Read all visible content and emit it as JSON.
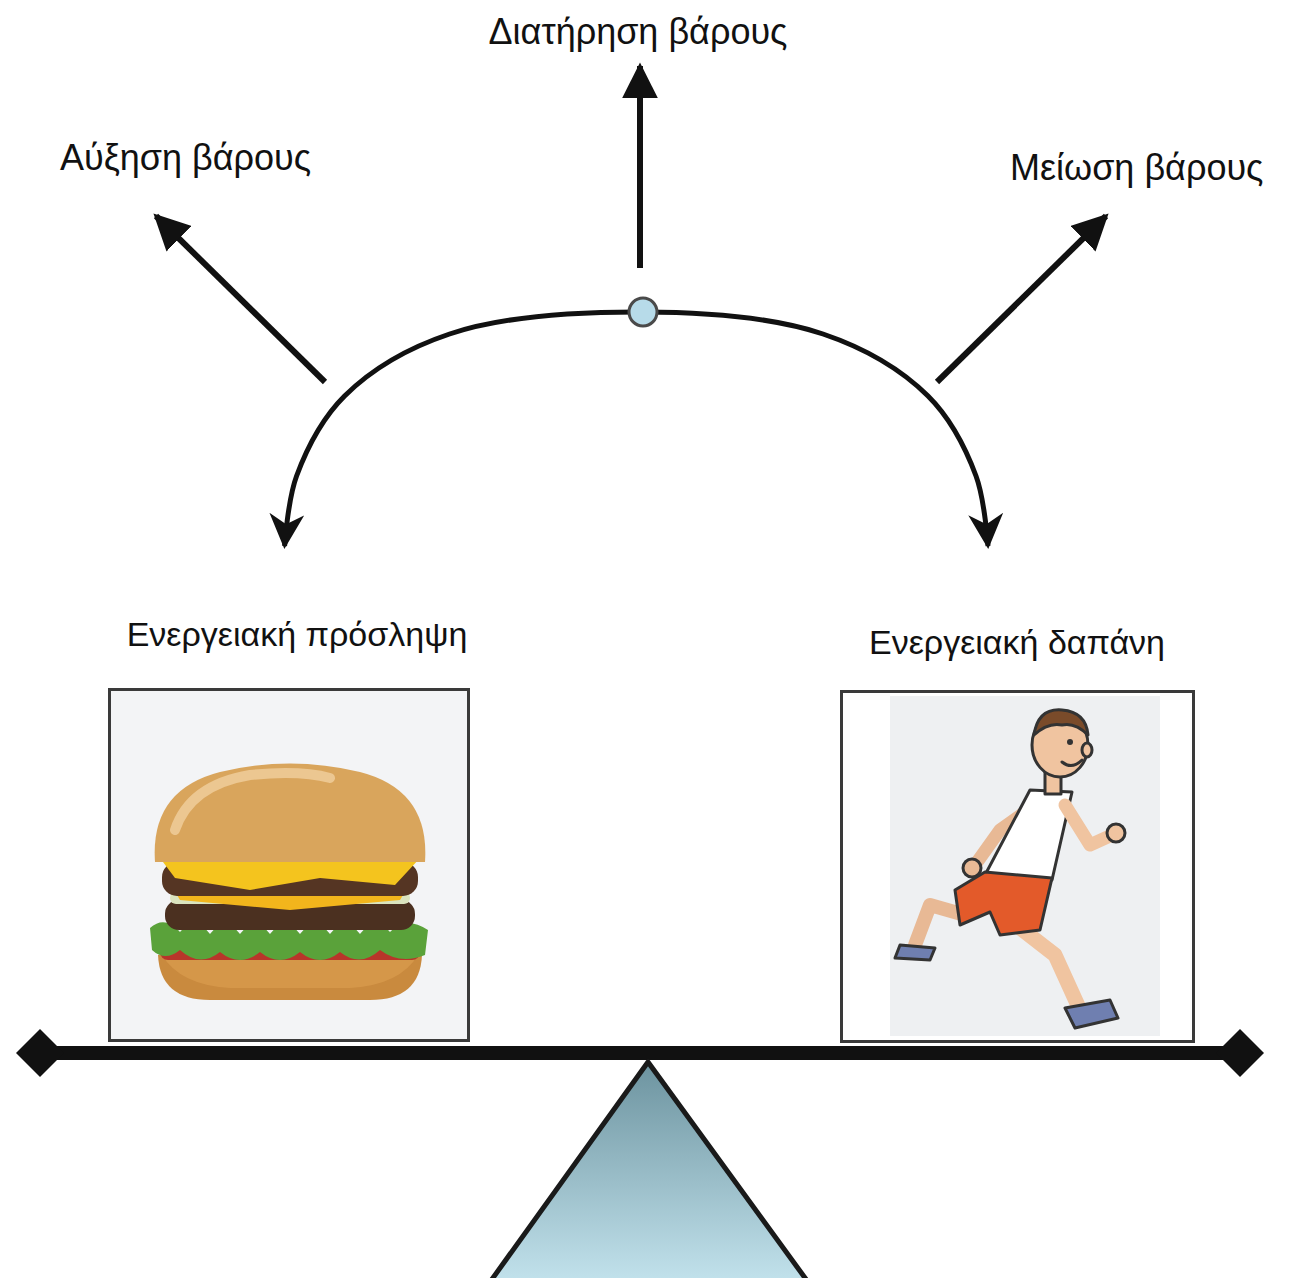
{
  "diagram": {
    "nodes": [
      {
        "text": [
          "Ενεργειακή πρόσληψη"
        ]
      },
      {
        "text": [
          "Ενεργειακή δαπάνη"
        ]
      }
    ],
    "edges": [
      {
        "from": 0,
        "to": 1,
        "arrow": "both"
      }
    ],
    "labels": [
      "Διατήρηση βάρους",
      "Αύξηση βάρους",
      "Μείωση βάρους"
    ]
  }
}
